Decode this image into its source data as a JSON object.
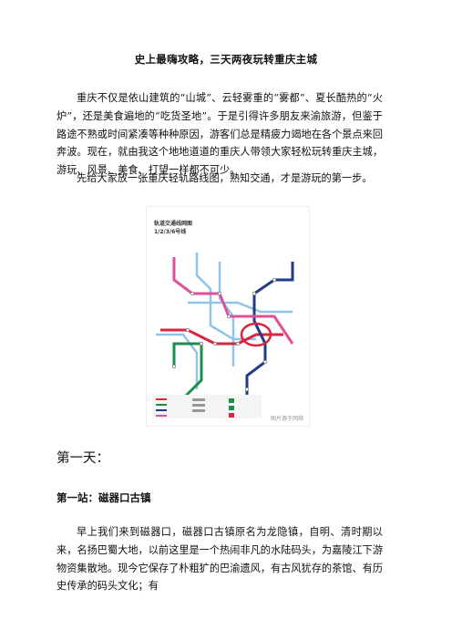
{
  "doc": {
    "title": "史上最嗨攻略，三天两夜玩转重庆主城",
    "intro": "重庆不仅是依山建筑的“山城”、云轻雾重的“雾都”、夏长酷热的“火炉”，还是美食遍地的“吃货圣地”。于是引得许多朋友来渝旅游，但鉴于路途不熟或时间紧凑等种种原因，游客们总是精疲力竭地在各个景点来回奔波。现在，就由我这个地地道道的重庆人带领大家轻松玩转重庆主城，游玩、风景、美食、打望一样都不可少。",
    "map_intro": "先给大家放一张重庆轻轨路线图，熟知交通，才是游玩的第一步。",
    "map": {
      "title_line1": "轨道交通线网图",
      "title_line2": "1/2/3/6号线",
      "watermark": "图片源于网络",
      "line_colors": {
        "line1": "#d7263d",
        "line2": "#1a8f4a",
        "line3": "#1f3c88",
        "line6": "#e04f9a",
        "other": "#8fc4e8"
      }
    },
    "day1_heading": "第一天：",
    "stop1_heading": "第一站：磁器口古镇",
    "stop1_text": "早上我们来到磁器口，磁器口古镇原名为龙隐镇，自明、清时期以来，名扬巴蜀大地，以前这里是一个热闹非凡的水陆码头，为嘉陵江下游物资集散地。现今它保存了朴粗犷的巴渝遗风，有古风犹存的茶馆、有历史传承的码头文化；有"
  }
}
